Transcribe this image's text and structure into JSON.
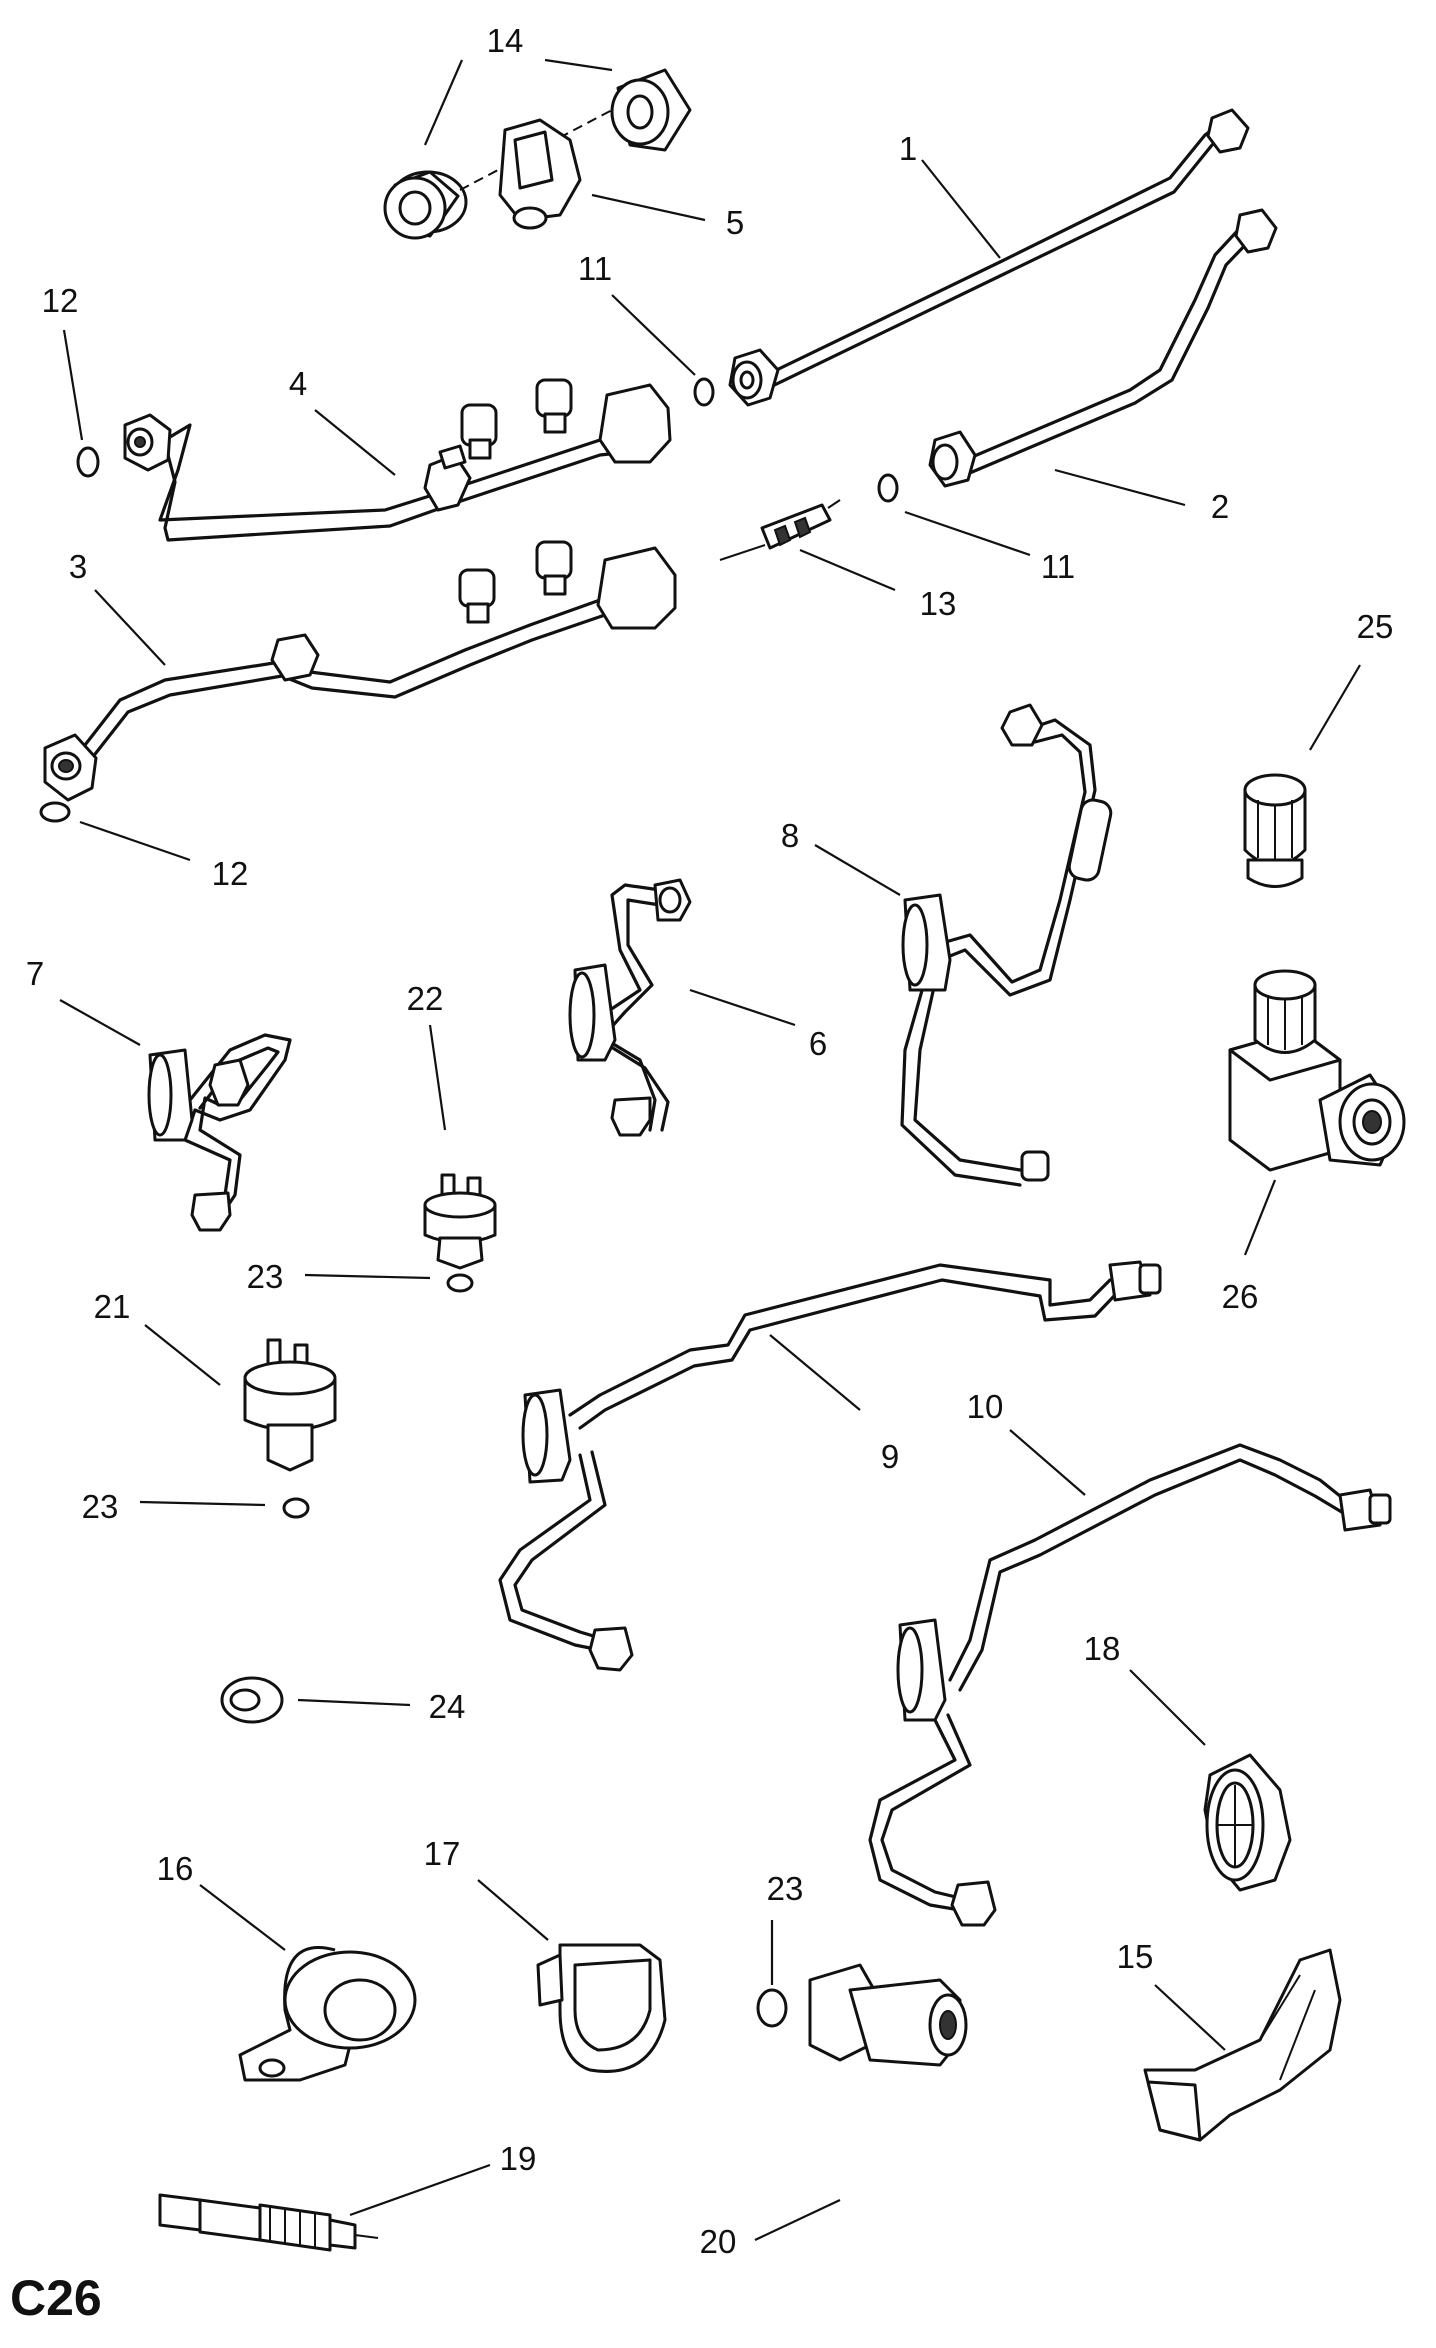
{
  "page_code": "C26",
  "callouts": [
    {
      "id": "c14",
      "text": "14"
    },
    {
      "id": "c5",
      "text": "5"
    },
    {
      "id": "c1",
      "text": "1"
    },
    {
      "id": "c12a",
      "text": "12"
    },
    {
      "id": "c11a",
      "text": "11"
    },
    {
      "id": "c4",
      "text": "4"
    },
    {
      "id": "c2",
      "text": "2"
    },
    {
      "id": "c11b",
      "text": "11"
    },
    {
      "id": "c3",
      "text": "3"
    },
    {
      "id": "c13",
      "text": "13"
    },
    {
      "id": "c25",
      "text": "25"
    },
    {
      "id": "c12b",
      "text": "12"
    },
    {
      "id": "c8",
      "text": "8"
    },
    {
      "id": "c7",
      "text": "7"
    },
    {
      "id": "c22",
      "text": "22"
    },
    {
      "id": "c6",
      "text": "6"
    },
    {
      "id": "c23a",
      "text": "23"
    },
    {
      "id": "c26",
      "text": "26"
    },
    {
      "id": "c21",
      "text": "21"
    },
    {
      "id": "c9",
      "text": "9"
    },
    {
      "id": "c10",
      "text": "10"
    },
    {
      "id": "c23b",
      "text": "23"
    },
    {
      "id": "c18",
      "text": "18"
    },
    {
      "id": "c24",
      "text": "24"
    },
    {
      "id": "c16",
      "text": "16"
    },
    {
      "id": "c17",
      "text": "17"
    },
    {
      "id": "c23c",
      "text": "23"
    },
    {
      "id": "c15",
      "text": "15"
    },
    {
      "id": "c19",
      "text": "19"
    },
    {
      "id": "c20",
      "text": "20"
    }
  ]
}
